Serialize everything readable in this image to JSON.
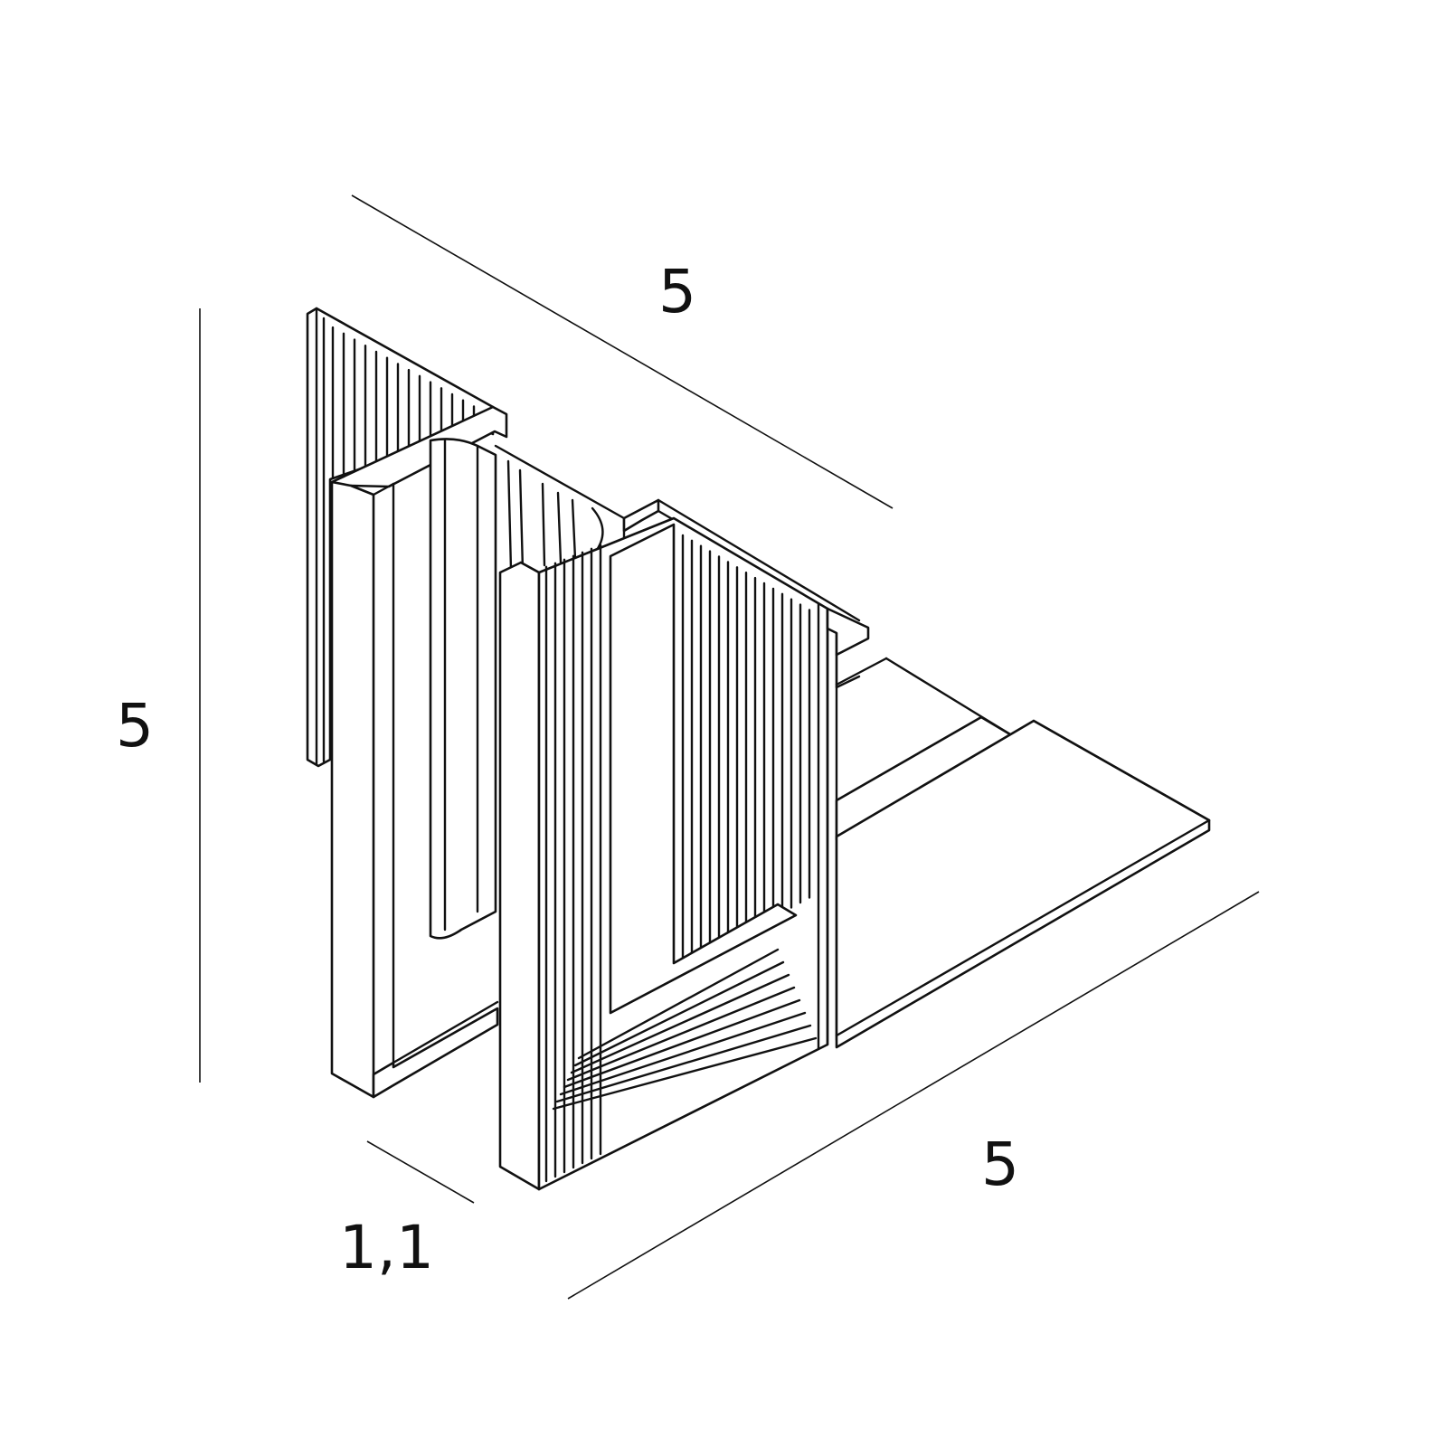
{
  "dimensions": {
    "top_length": "5",
    "height": "5",
    "bottom_length": "5",
    "depth": "1,1"
  },
  "colors": {
    "stroke": "#111111",
    "background": "#ffffff"
  }
}
